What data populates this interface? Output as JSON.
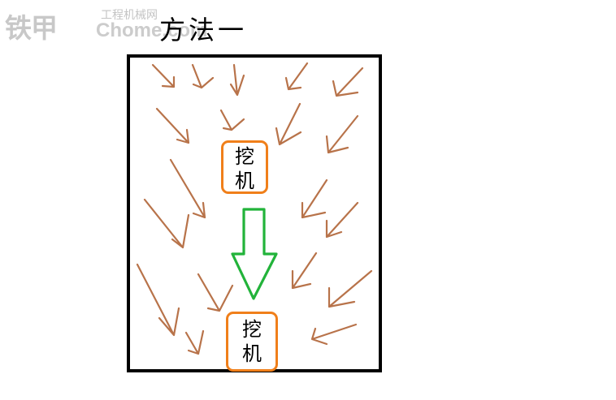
{
  "watermark": {
    "brand": "铁甲",
    "site_name": "工程机械网",
    "domain": "Chome.com"
  },
  "title": "方法一",
  "excavators": [
    {
      "line1": "挖",
      "line2": "机"
    },
    {
      "line1": "挖",
      "line2": "机"
    }
  ],
  "colors": {
    "border": "#000000",
    "flow_arrows": "#b8734a",
    "move_arrow": "#22b33a",
    "excavator_frame": "#f07f1a"
  },
  "icons": {
    "flow_arrow": "brown-hand-drawn-arrow-icon",
    "move_arrow": "green-down-arrow-icon"
  }
}
